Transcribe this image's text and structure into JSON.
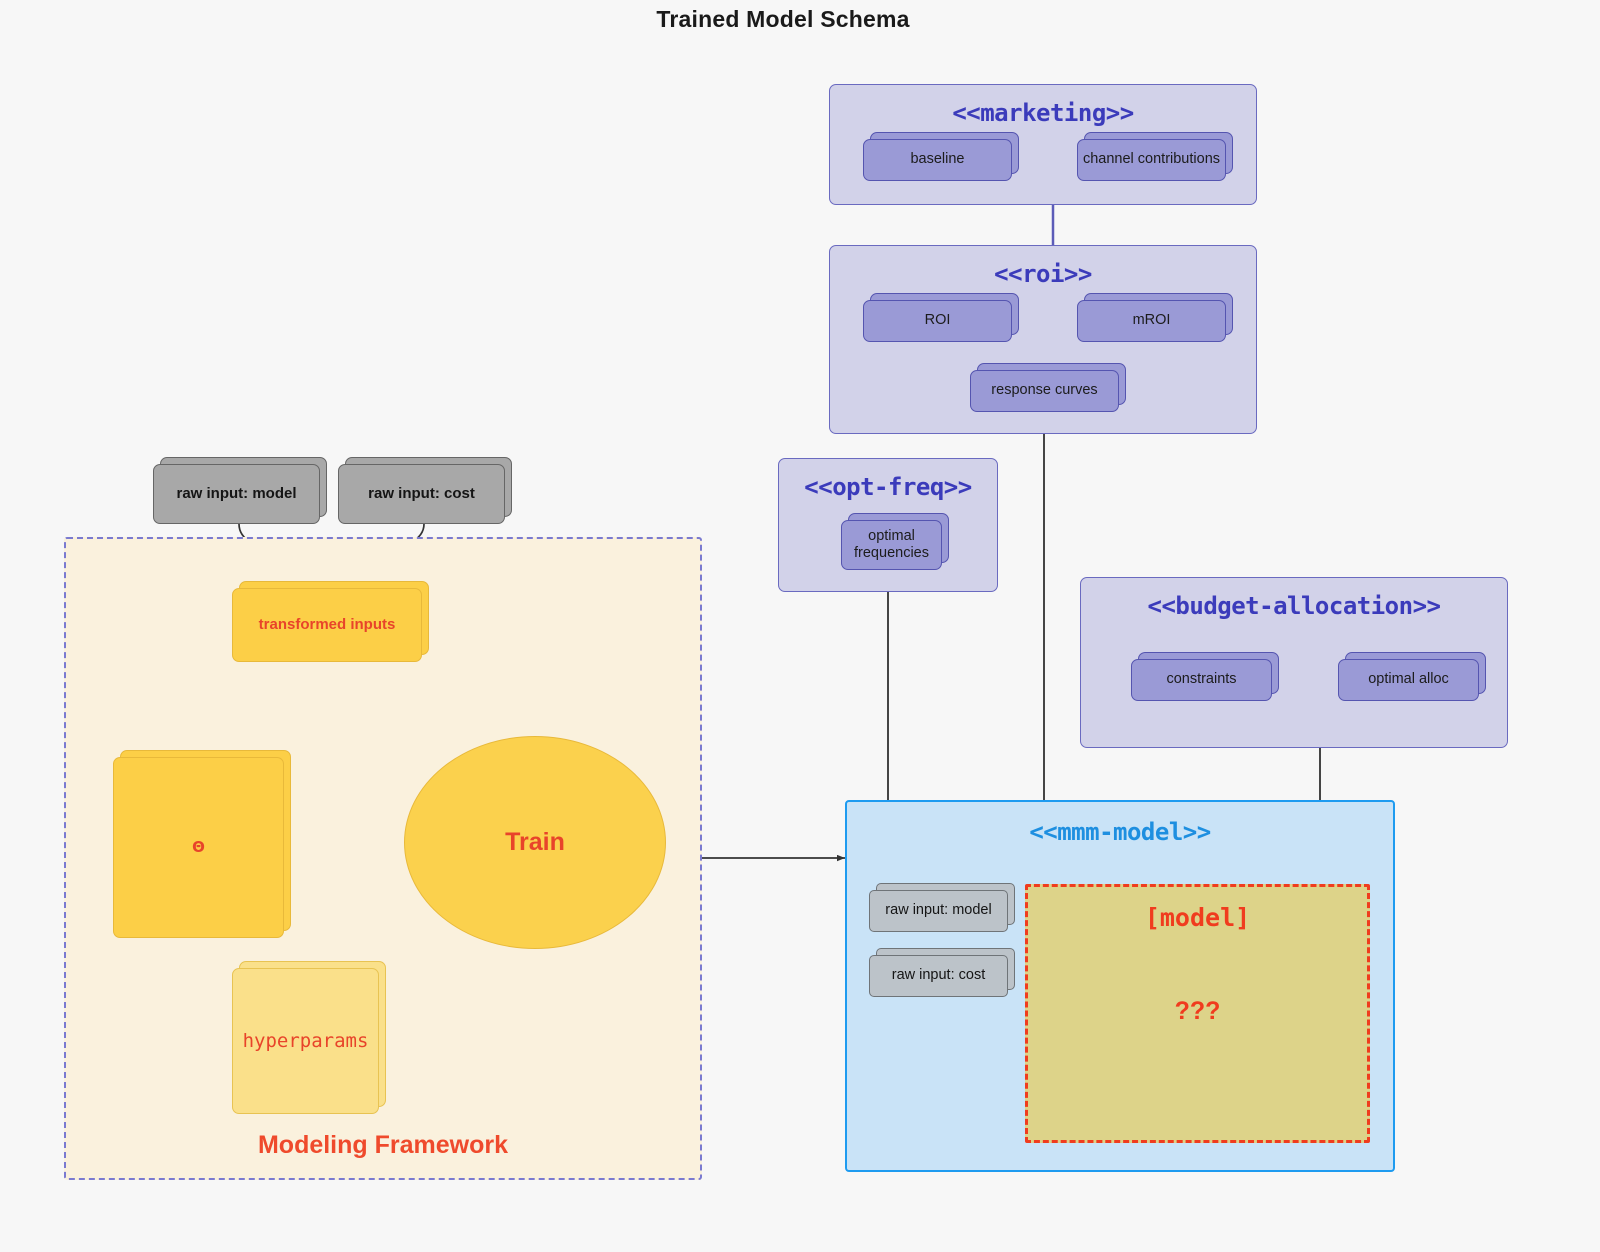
{
  "title": "Trained Model Schema",
  "colors": {
    "background": "#f7f7f7",
    "package_fill": "#d2d2e9",
    "package_border": "#6a6ac0",
    "package_title": "#3b3bbb",
    "card_purple": "#9a9ad6",
    "card_grey": "#a8a8a8",
    "card_yellow": "#fccf47",
    "card_yellow_pale": "#fae08a",
    "accent_red": "#ef4a2c",
    "mmm_fill": "#c9e3f7",
    "mmm_border": "#1e9bf0",
    "model_box_fill": "#ddd389",
    "model_box_border": "#f03c1e",
    "framework_fill": "#faf1dd",
    "framework_border": "#7a7ad0"
  },
  "packages": {
    "marketing": {
      "title": "<<marketing>>",
      "cards": [
        {
          "label": "baseline"
        },
        {
          "label": "channel contributions"
        }
      ]
    },
    "roi": {
      "title": "<<roi>>",
      "cards": [
        {
          "label": "ROI"
        },
        {
          "label": "mROI"
        },
        {
          "label": "response curves"
        }
      ]
    },
    "opt_freq": {
      "title": "<<opt-freq>>",
      "cards": [
        {
          "label": "optimal frequencies"
        }
      ]
    },
    "budget_allocation": {
      "title": "<<budget-allocation>>",
      "cards": [
        {
          "label": "constraints"
        },
        {
          "label": "optimal alloc"
        }
      ]
    },
    "mmm_model": {
      "title": "<<mmm-model>>",
      "inputs": [
        {
          "label": "raw input: model"
        },
        {
          "label": "raw input: cost"
        }
      ],
      "model_box": {
        "label": "[model]",
        "unknown": "???"
      }
    }
  },
  "framework": {
    "label": "Modeling Framework",
    "raw_inputs": [
      {
        "label": "raw input: model"
      },
      {
        "label": "raw input: cost"
      }
    ],
    "transformed_inputs": {
      "label": "transformed inputs"
    },
    "theta": {
      "label": "Θ"
    },
    "hyperparams": {
      "label": "hyperparams"
    },
    "train": {
      "label": "Train"
    }
  }
}
